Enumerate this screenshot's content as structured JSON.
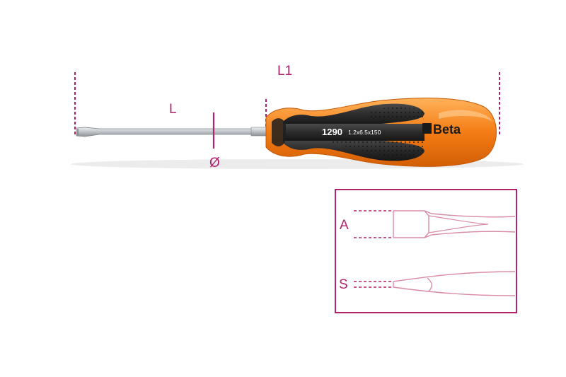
{
  "labels": {
    "length": "L",
    "total_length": "L1",
    "diameter": "Ø",
    "tip_width": "A",
    "tip_thickness": "S"
  },
  "handle": {
    "article": "1290",
    "size": "1.2x6.5x150",
    "brand": "Beta"
  },
  "colors": {
    "accent": "#b0226a",
    "handle_orange": "#f4811f",
    "handle_black": "#2a2a2a",
    "blade_steel": "#bfc3c7"
  }
}
